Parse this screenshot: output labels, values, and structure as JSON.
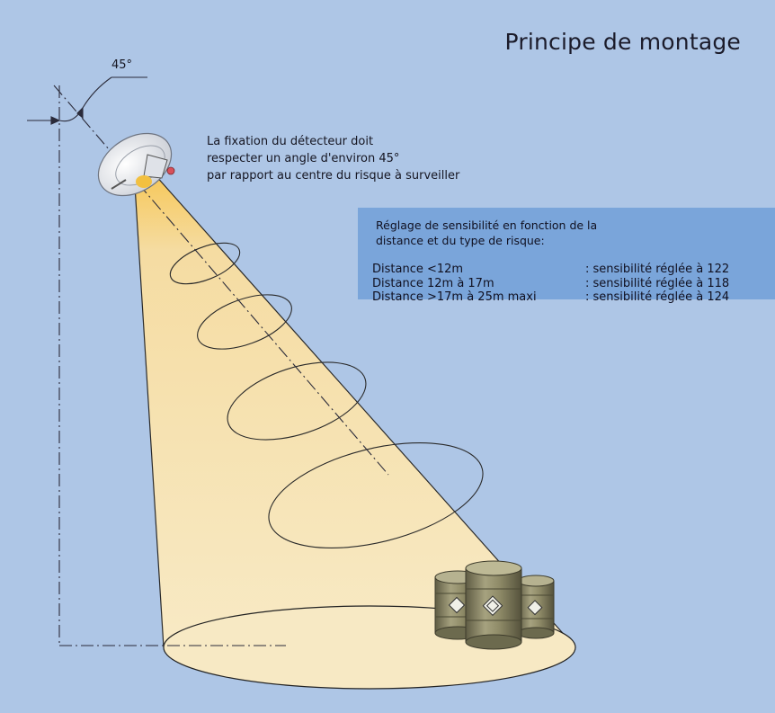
{
  "title": "Principe de montage",
  "angle_label": "45°",
  "mounting_note": [
    "La fixation du détecteur doit",
    "respecter un angle d'environ 45°",
    "par rapport au centre du risque à surveiller"
  ],
  "sensitivity_box": {
    "intro": [
      "Réglage de sensibilité en fonction de la",
      "distance et du type de risque:"
    ],
    "rows": [
      {
        "distance": "Distance <12m",
        "setting": ": sensibilité réglée à 122"
      },
      {
        "distance": "Distance 12m à 17m",
        "setting": ": sensibilité réglée à 118"
      },
      {
        "distance": "Distance >17m à 25m maxi",
        "setting": ": sensibilité réglée à 124"
      }
    ]
  },
  "colors": {
    "background": "#aec6e6",
    "info_box": "#7aa5da",
    "cone": "#f7e2b0",
    "barrel": "#8e8a68"
  },
  "icons": [
    "detector-icon",
    "barrels-icon"
  ]
}
